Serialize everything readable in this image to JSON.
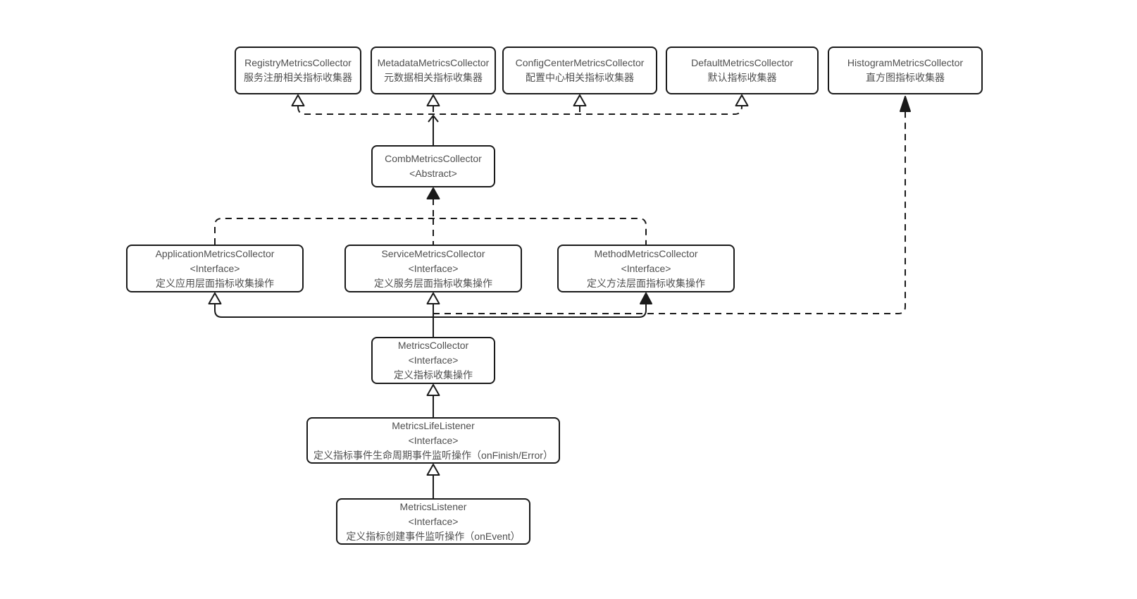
{
  "diagram": {
    "type": "uml-class-diagram",
    "colors": {
      "background": "#ffffff",
      "stroke": "#1a1a1a",
      "text": "#4f4f4f",
      "node_fill": "#ffffff"
    },
    "nodes": {
      "registry": {
        "title": "RegistryMetricsCollector",
        "desc": "服务注册相关指标收集器"
      },
      "metadata": {
        "title": "MetadataMetricsCollector",
        "desc": "元数据相关指标收集器"
      },
      "config": {
        "title": "ConfigCenterMetricsCollector",
        "desc": "配置中心相关指标收集器"
      },
      "default": {
        "title": "DefaultMetricsCollector",
        "desc": "默认指标收集器"
      },
      "histogram": {
        "title": "HistogramMetricsCollector",
        "desc": "直方图指标收集器"
      },
      "comb": {
        "title": "CombMetricsCollector",
        "stereotype": "<Abstract>"
      },
      "application": {
        "title": "ApplicationMetricsCollector",
        "stereotype": "<Interface>",
        "desc": "定义应用层面指标收集操作"
      },
      "service": {
        "title": "ServiceMetricsCollector",
        "stereotype": "<Interface>",
        "desc": "定义服务层面指标收集操作"
      },
      "method": {
        "title": "MethodMetricsCollector",
        "stereotype": "<Interface>",
        "desc": "定义方法层面指标收集操作"
      },
      "collector": {
        "title": "MetricsCollector",
        "stereotype": "<Interface>",
        "desc": "定义指标收集操作"
      },
      "life": {
        "title": "MetricsLifeListener",
        "stereotype": "<Interface>",
        "desc": "定义指标事件生命周期事件监听操作（onFinish/Error）"
      },
      "listener": {
        "title": "MetricsListener",
        "stereotype": "<Interface>",
        "desc": "定义指标创建事件监听操作（onEvent）"
      }
    },
    "edges": [
      {
        "from": "CombMetricsCollector",
        "to": "RegistryMetricsCollector",
        "line": "dashed",
        "arrowhead": "hollow-triangle"
      },
      {
        "from": "CombMetricsCollector",
        "to": "MetadataMetricsCollector",
        "line": "dashed",
        "arrowhead": "hollow-triangle"
      },
      {
        "from": "CombMetricsCollector",
        "to": "ConfigCenterMetricsCollector",
        "line": "dashed",
        "arrowhead": "hollow-triangle"
      },
      {
        "from": "CombMetricsCollector",
        "to": "DefaultMetricsCollector",
        "line": "dashed",
        "arrowhead": "hollow-triangle"
      },
      {
        "from": "ApplicationMetricsCollector",
        "to": "CombMetricsCollector",
        "line": "dashed",
        "arrowhead": "filled-triangle"
      },
      {
        "from": "ServiceMetricsCollector",
        "to": "CombMetricsCollector",
        "line": "dashed",
        "arrowhead": "filled-triangle"
      },
      {
        "from": "MethodMetricsCollector",
        "to": "CombMetricsCollector",
        "line": "dashed",
        "arrowhead": "filled-triangle"
      },
      {
        "from": "MetricsCollector",
        "to": "ApplicationMetricsCollector",
        "line": "solid",
        "arrowhead": "hollow-triangle"
      },
      {
        "from": "MetricsCollector",
        "to": "ServiceMetricsCollector",
        "line": "solid",
        "arrowhead": "hollow-triangle"
      },
      {
        "from": "MetricsCollector",
        "to": "MethodMetricsCollector",
        "line": "solid",
        "arrowhead": "filled-triangle"
      },
      {
        "from": "MetricsCollector",
        "to": "HistogramMetricsCollector",
        "line": "dashed",
        "arrowhead": "filled-arrow"
      },
      {
        "from": "MetricsLifeListener",
        "to": "MetricsCollector",
        "line": "solid",
        "arrowhead": "hollow-triangle"
      },
      {
        "from": "MetricsListener",
        "to": "MetricsLifeListener",
        "line": "solid",
        "arrowhead": "hollow-triangle"
      }
    ]
  }
}
